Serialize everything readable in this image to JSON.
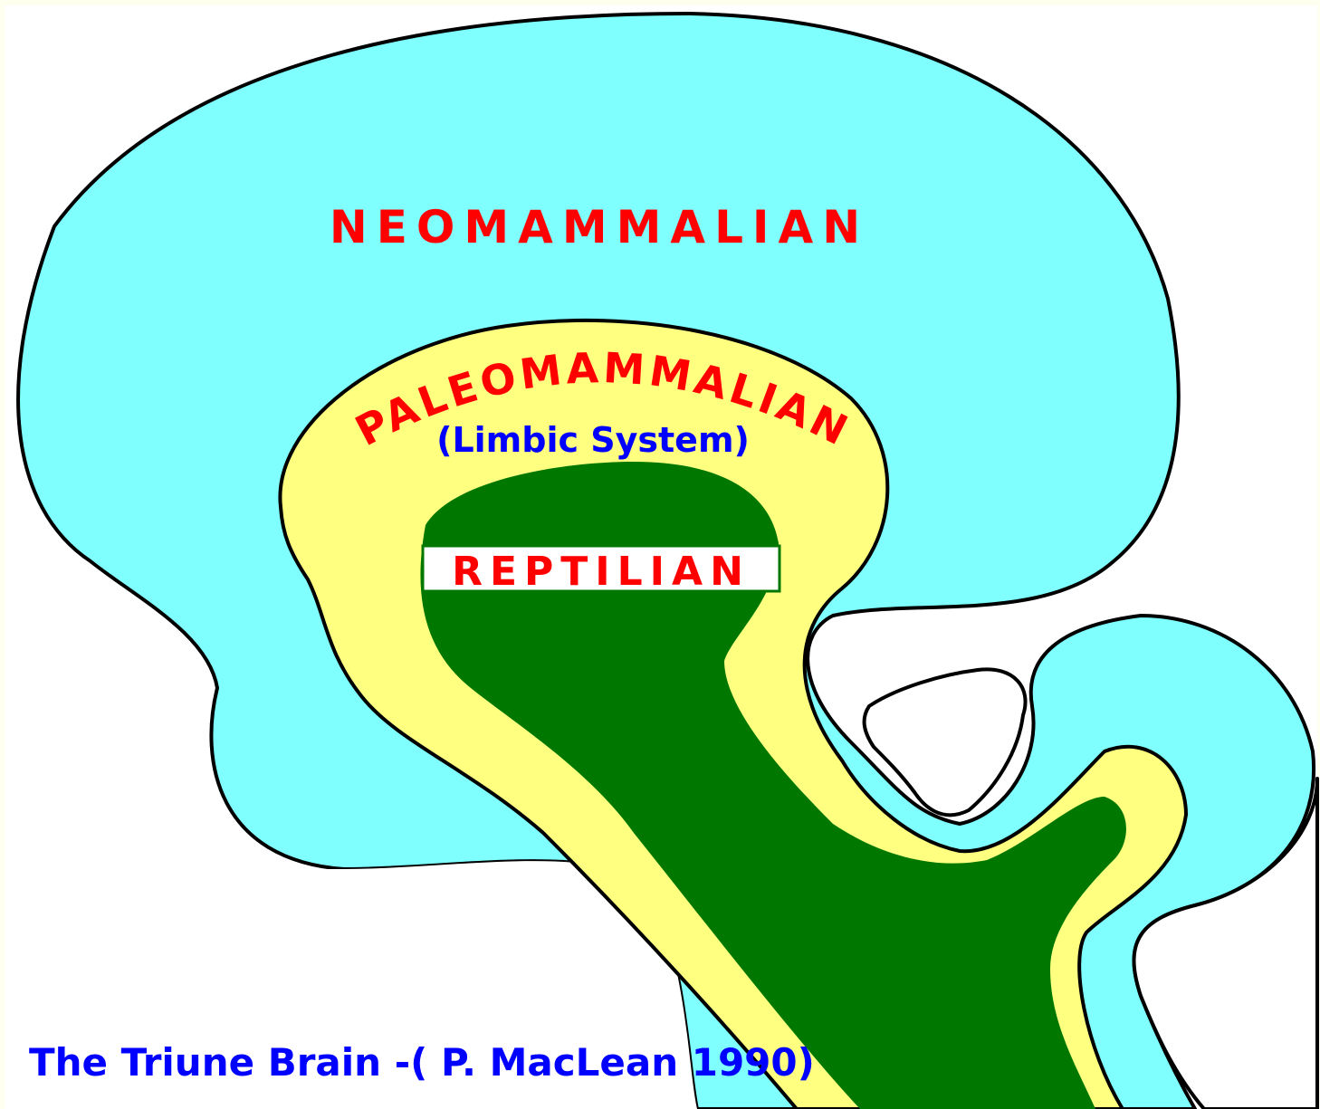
{
  "diagram": {
    "labels": {
      "neomammalian": "NEOMAMMALIAN",
      "paleomammalian": "PALEOMAMMALIAN",
      "limbic": "(Limbic System)",
      "reptilian": "REPTILIAN"
    },
    "caption": "The Triune Brain -( P. MacLean 1990)",
    "colors": {
      "background": "#fffff0",
      "neomammalian_fill": "#80ffff",
      "paleomammalian_fill": "#ffff80",
      "reptilian_fill": "#007800",
      "outline": "#000000",
      "label_red": "#ff0000",
      "label_blue": "#0000ff"
    }
  }
}
